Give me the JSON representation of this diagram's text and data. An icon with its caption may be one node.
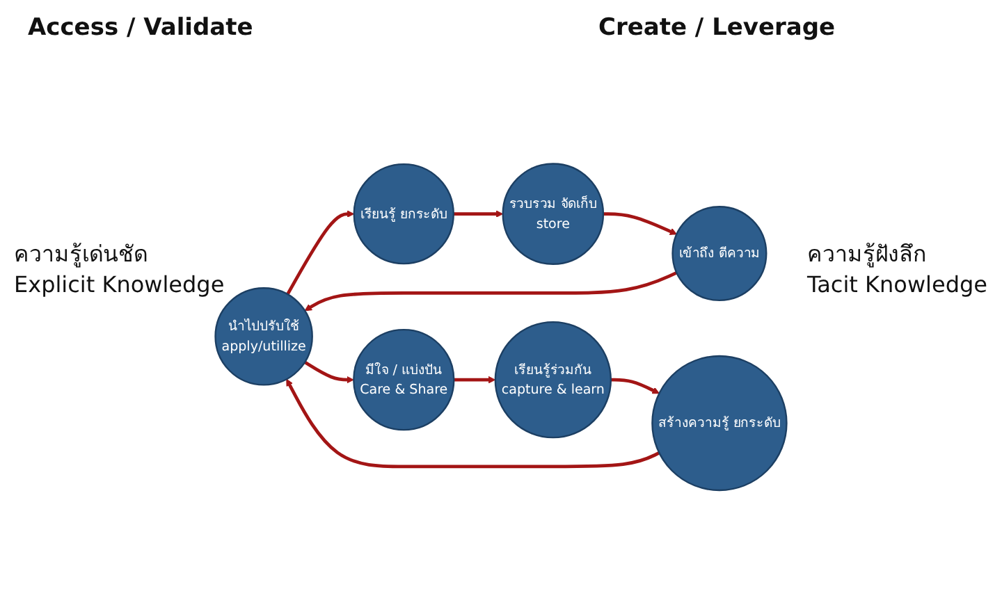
{
  "diagram": {
    "nodes": [
      {
        "text": [
          "นำไปปรับใช้",
          "apply/utillize"
        ]
      },
      {
        "text": [
          "เข้าถึง ตีความ"
        ]
      },
      {
        "text": [
          "รวบรวม จัดเก็บ",
          "store"
        ]
      },
      {
        "text": [
          "เรียนรู้ ยกระดับ"
        ]
      },
      {
        "text": [
          "สร้างความรู้ ยกระดับ"
        ]
      },
      {
        "text": [
          "เรียนรู้ร่วมกัน",
          "capture & learn"
        ]
      },
      {
        "text": [
          "มีใจ / แบ่งปัน",
          "Care & Share"
        ]
      }
    ],
    "edges": [
      {
        "from": 0,
        "to": 3,
        "arrow": "to"
      },
      {
        "from": 3,
        "to": 2,
        "arrow": "to"
      },
      {
        "from": 2,
        "to": 1,
        "arrow": "to"
      },
      {
        "from": 1,
        "to": 0,
        "arrow": "to"
      },
      {
        "from": 0,
        "to": 6,
        "arrow": "to"
      },
      {
        "from": 6,
        "to": 5,
        "arrow": "to"
      },
      {
        "from": 5,
        "to": 4,
        "arrow": "to"
      },
      {
        "from": 4,
        "to": 0,
        "arrow": "to"
      }
    ],
    "labels": [
      "Access / Validate",
      "Create / Leverage",
      "ความรู้เด่นชัด",
      "Explicit Knowledge",
      "ความรู้ฝังลึก",
      "Tacit Knowledge"
    ]
  }
}
